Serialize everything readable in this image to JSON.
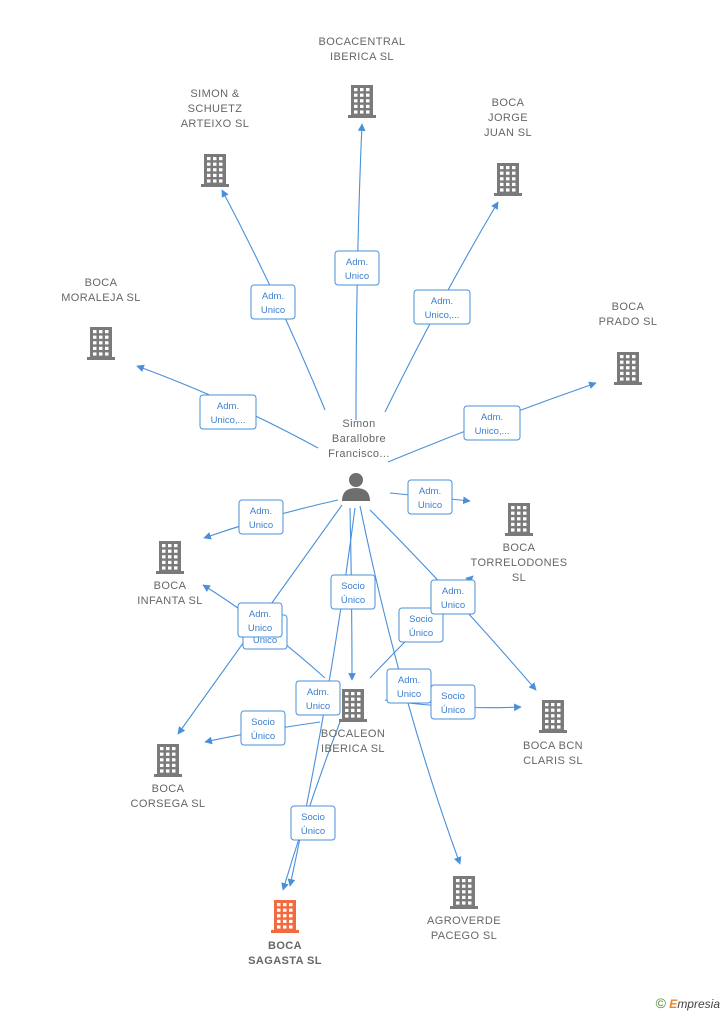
{
  "person": {
    "label_lines": [
      "Simon",
      "Barallobre",
      "Francisco..."
    ]
  },
  "companies": [
    {
      "id": "bocacentral",
      "label_lines": [
        "BOCACENTRAL",
        "IBERICA SL"
      ]
    },
    {
      "id": "simon",
      "label_lines": [
        "SIMON &",
        "SCHUETZ",
        "ARTEIXO  SL"
      ]
    },
    {
      "id": "jorge",
      "label_lines": [
        "BOCA",
        "JORGE",
        "JUAN  SL"
      ]
    },
    {
      "id": "moraleja",
      "label_lines": [
        "BOCA",
        "MORALEJA  SL"
      ]
    },
    {
      "id": "prado",
      "label_lines": [
        "BOCA",
        "PRADO  SL"
      ]
    },
    {
      "id": "torrelodones",
      "label_lines": [
        "BOCA",
        "TORRELODONES",
        "SL"
      ]
    },
    {
      "id": "infanta",
      "label_lines": [
        "BOCA",
        "INFANTA  SL"
      ]
    },
    {
      "id": "bocaleon",
      "label_lines": [
        "BOCALEON",
        "IBERICA SL"
      ]
    },
    {
      "id": "claris",
      "label_lines": [
        "BOCA BCN",
        "CLARIS  SL"
      ]
    },
    {
      "id": "corsega",
      "label_lines": [
        "BOCA",
        "CORSEGA  SL"
      ]
    },
    {
      "id": "agroverde",
      "label_lines": [
        "AGROVERDE",
        "PACEGO SL"
      ]
    },
    {
      "id": "sagasta",
      "label_lines": [
        "BOCA",
        "SAGASTA  SL"
      ],
      "focus": true
    }
  ],
  "edge_labels": [
    {
      "id": "e1",
      "lines": [
        "Adm.",
        "Unico"
      ]
    },
    {
      "id": "e2",
      "lines": [
        "Adm.",
        "Unico"
      ]
    },
    {
      "id": "e3",
      "lines": [
        "Adm.",
        "Unico,..."
      ]
    },
    {
      "id": "e4",
      "lines": [
        "Adm.",
        "Unico,..."
      ]
    },
    {
      "id": "e5",
      "lines": [
        "Adm.",
        "Unico,..."
      ]
    },
    {
      "id": "e6",
      "lines": [
        "Adm.",
        "Unico"
      ]
    },
    {
      "id": "e7",
      "lines": [
        "Adm.",
        "Unico"
      ]
    },
    {
      "id": "e8",
      "lines": [
        "Socio",
        "Único"
      ]
    },
    {
      "id": "e9",
      "lines": [
        "Adm.",
        "Unico"
      ]
    },
    {
      "id": "e9b",
      "lines": [
        "Adm.",
        "Unico"
      ]
    },
    {
      "id": "e10",
      "lines": [
        "Socio",
        "Único"
      ]
    },
    {
      "id": "e11",
      "lines": [
        "Adm.",
        "Unico"
      ]
    },
    {
      "id": "e12",
      "lines": [
        "Adm.",
        "Unico"
      ]
    },
    {
      "id": "e13",
      "lines": [
        "Socio",
        "Único"
      ]
    },
    {
      "id": "e14",
      "lines": [
        "Socio",
        "Único"
      ]
    },
    {
      "id": "e15",
      "lines": [
        "Adm.",
        "Unico"
      ]
    },
    {
      "id": "e16",
      "lines": [
        "Socio",
        "Único"
      ]
    }
  ],
  "colors": {
    "building": "#7a7a7a",
    "focus_building": "#f26a3d",
    "person": "#6e6e6e",
    "edge": "#4a90d9"
  },
  "watermark": {
    "copyright": "©",
    "brand_first": "E",
    "brand_rest": "mpresia"
  }
}
